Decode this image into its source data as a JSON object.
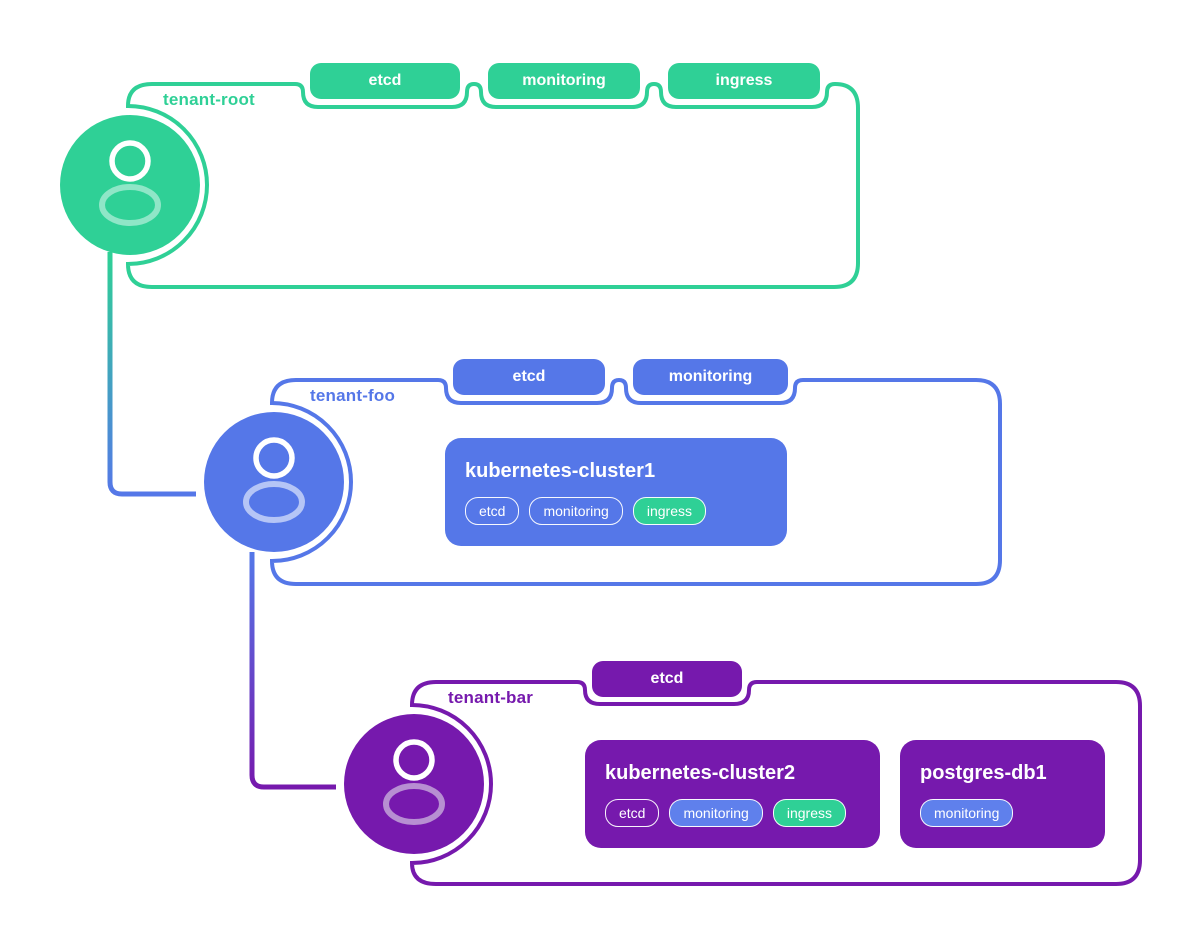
{
  "diagram_title": "tenant-hierarchy-diagram",
  "colors": {
    "green": "#2fd096",
    "blue": "#5577e8",
    "purple": "#7619ad",
    "green_light": "#8fe6c7",
    "blue_light": "#b5c5f6",
    "purple_light": "#b78fd2",
    "pill_blue": "#5f80ec",
    "white": "#ffffff"
  },
  "tenants": [
    {
      "label": "tenant-root",
      "color": "green",
      "tags": [
        "etcd",
        "monitoring",
        "ingress"
      ],
      "resources": []
    },
    {
      "label": "tenant-foo",
      "color": "blue",
      "tags": [
        "etcd",
        "monitoring"
      ],
      "resources": [
        {
          "name": "kubernetes-cluster1",
          "pills": [
            {
              "label": "etcd",
              "style": "outline"
            },
            {
              "label": "monitoring",
              "style": "outline"
            },
            {
              "label": "ingress",
              "style": "green"
            }
          ]
        }
      ]
    },
    {
      "label": "tenant-bar",
      "color": "purple",
      "tags": [
        "etcd"
      ],
      "resources": [
        {
          "name": "kubernetes-cluster2",
          "pills": [
            {
              "label": "etcd",
              "style": "outline"
            },
            {
              "label": "monitoring",
              "style": "blue"
            },
            {
              "label": "ingress",
              "style": "green"
            }
          ]
        },
        {
          "name": "postgres-db1",
          "pills": [
            {
              "label": "monitoring",
              "style": "blue"
            }
          ]
        }
      ]
    }
  ]
}
